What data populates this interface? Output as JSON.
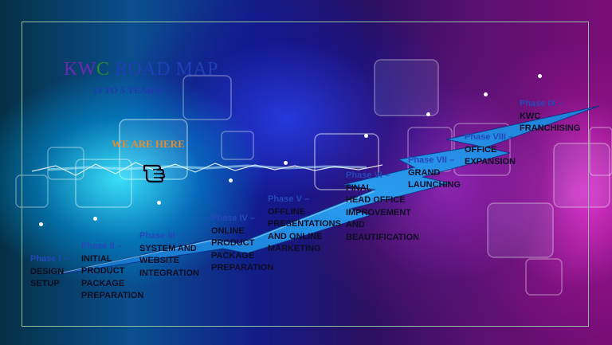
{
  "slide": {
    "title_part1": "KW",
    "title_part2": "C",
    "title_part3": " ROAD MAP",
    "subtitle": "(3 TO 5 YEARS)",
    "marker_label": "WE ARE HERE",
    "marker_icon": "pointing-hand-icon"
  },
  "phases": [
    {
      "head": "Phase I –",
      "lines": [
        "DESIGN",
        "SETUP"
      ]
    },
    {
      "head": "Phase II –",
      "lines": [
        "INITIAL",
        "PRODUCT",
        "PACKAGE",
        "PREPARATION"
      ]
    },
    {
      "head": "Phase III –",
      "lines": [
        "SYSTEM AND",
        "WEBSITE",
        "INTEGRATION"
      ]
    },
    {
      "head": "Phase IV –",
      "lines": [
        "ONLINE",
        "PRODUCT",
        "PACKAGE",
        "PREPARATION"
      ]
    },
    {
      "head": "Phase V –",
      "lines": [
        "OFFLINE",
        "PRESENTATIONS",
        "AND ONLINE",
        "MARKETING"
      ]
    },
    {
      "head": "Phase VI –",
      "lines": [
        "FINAL",
        "HEAD OFFICE",
        "IMPROVEMENT",
        "AND",
        "BEAUTIFICATION"
      ]
    },
    {
      "head": "Phase VII –",
      "lines": [
        "GRAND",
        "LAUNCHING"
      ]
    },
    {
      "head": "Phase VIII –",
      "lines": [
        "OFFICE",
        "EXPANSION"
      ]
    },
    {
      "head": "Phase IX –",
      "lines": [
        "KWC",
        "FRANCHISING"
      ]
    }
  ],
  "colors": {
    "title_part1": "#6a2ab0",
    "title_part2": "#2a8a30",
    "title_part3": "#1f3fb5",
    "marker_label": "#e98b2a",
    "phase_head": "#2548b8",
    "phase_body": "#0d0d22",
    "road_arrow": "#1f8fe0",
    "frame": "#8fbf9a"
  }
}
